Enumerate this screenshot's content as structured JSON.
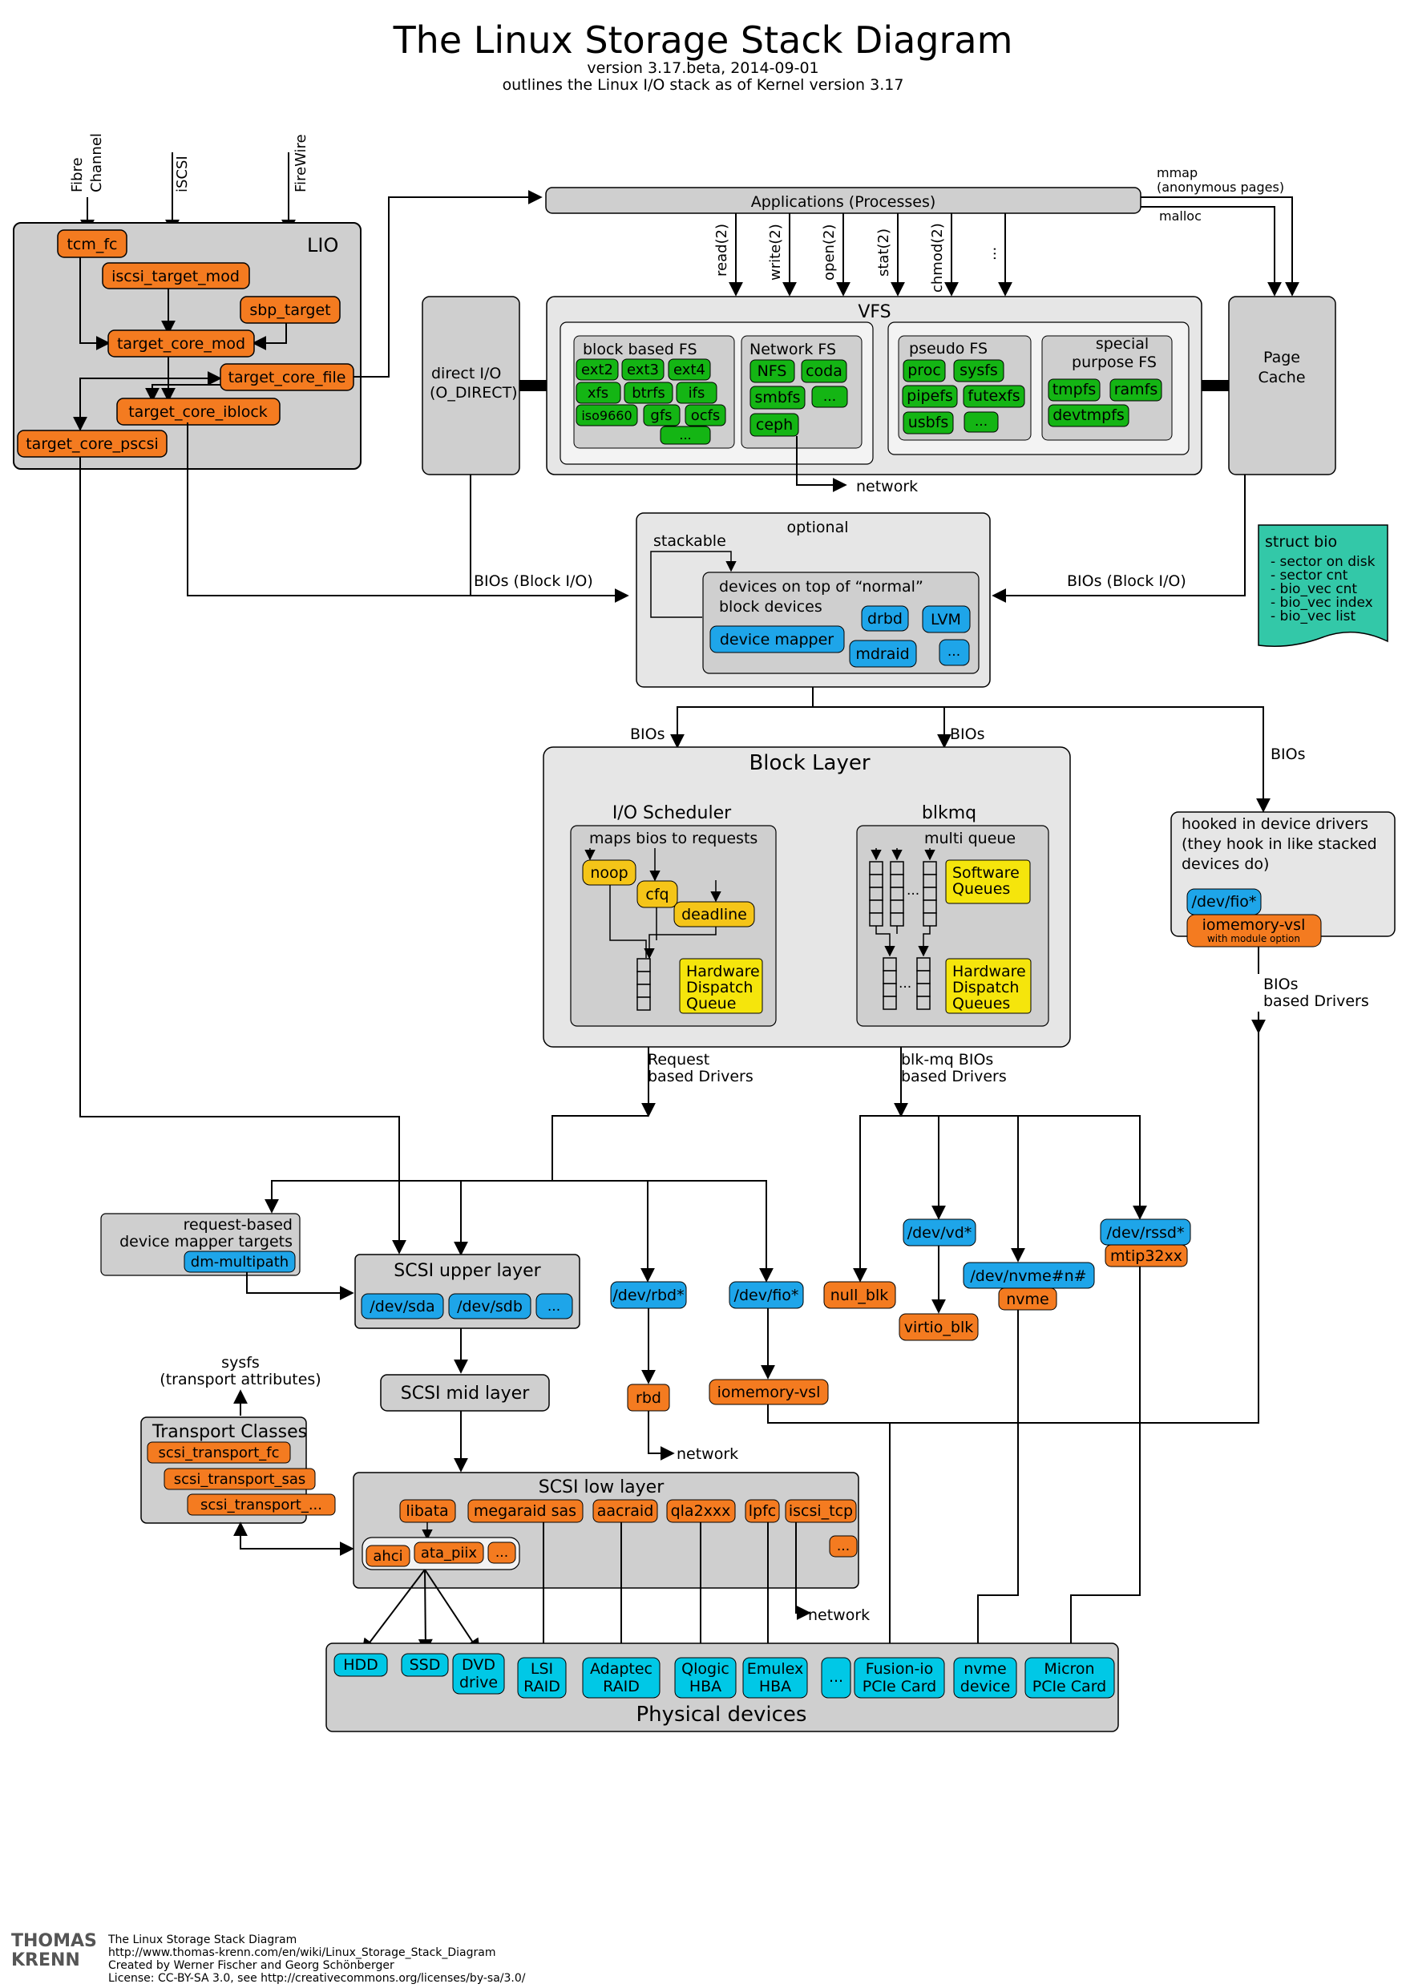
{
  "header": {
    "title": "The Linux Storage Stack Diagram",
    "version": "version 3.17.beta, 2014-09-01",
    "subtitle": "outlines the Linux I/O stack as of Kernel version 3.17"
  },
  "inputs": {
    "fibre1": "Fibre",
    "fibre2": "Channel",
    "iscsi": "iSCSI",
    "firewire": "FireWire"
  },
  "lio": {
    "title": "LIO",
    "modules": {
      "tcm_fc": "tcm_fc",
      "iscsi_target_mod": "iscsi_target_mod",
      "sbp_target": "sbp_target",
      "target_core_mod": "target_core_mod",
      "target_core_file": "target_core_file",
      "target_core_iblock": "target_core_iblock",
      "target_core_pscsi": "target_core_pscsi"
    }
  },
  "applications": {
    "label": "Applications (Processes)",
    "mmap1": "mmap",
    "mmap2": "(anonymous pages)",
    "malloc": "malloc"
  },
  "syscalls": [
    "read(2)",
    "write(2)",
    "open(2)",
    "stat(2)",
    "chmod(2)",
    "..."
  ],
  "direct_io": {
    "line1": "direct I/O",
    "line2": "(O_DIRECT)"
  },
  "page_cache": {
    "line1": "Page",
    "line2": "Cache"
  },
  "vfs": {
    "title": "VFS",
    "block_fs": {
      "title": "block based FS",
      "items": [
        "ext2",
        "ext3",
        "ext4",
        "xfs",
        "btrfs",
        "ifs",
        "iso9660",
        "gfs",
        "ocfs",
        "..."
      ]
    },
    "network_fs": {
      "title": "Network FS",
      "items": [
        "NFS",
        "coda",
        "smbfs",
        "...",
        "ceph"
      ]
    },
    "pseudo_fs": {
      "title": "pseudo FS",
      "items": [
        "proc",
        "sysfs",
        "pipefs",
        "futexfs",
        "usbfs",
        "..."
      ]
    },
    "special_fs": {
      "title1": "special",
      "title2": "purpose FS",
      "items": [
        "tmpfs",
        "ramfs",
        "devtmpfs"
      ]
    },
    "network": "network"
  },
  "bios_labels": {
    "left": "BIOs (Block I/O)",
    "right": "BIOs (Block I/O)",
    "bios": "BIOs"
  },
  "struct_bio": {
    "title": "struct bio",
    "items": [
      "- sector on disk",
      "- sector cnt",
      "- bio_vec cnt",
      "- bio_vec index",
      "- bio_vec list"
    ]
  },
  "stacked": {
    "optional": "optional",
    "stackable": "stackable",
    "title1": "devices on top of “normal”",
    "title2": "block devices",
    "items": {
      "drbd": "drbd",
      "lvm": "LVM",
      "dm": "device mapper",
      "mdraid": "mdraid",
      "more": "..."
    }
  },
  "block_layer": {
    "title": "Block Layer",
    "io_scheduler": "I/O Scheduler",
    "maps": "maps bios to requests",
    "noop": "noop",
    "cfq": "cfq",
    "deadline": "deadline",
    "hw_dispatch_queue": [
      "Hardware",
      "Dispatch",
      "Queue"
    ],
    "blkmq": "blkmq",
    "multi_queue": "multi queue",
    "sw_queues": [
      "Software",
      "Queues"
    ],
    "hw_dispatch_queues": [
      "Hardware",
      "Dispatch",
      "Queues"
    ],
    "dots": "..."
  },
  "hooked": {
    "lines": [
      "hooked in device drivers",
      "(they hook in like stacked",
      "devices do)"
    ],
    "dev_fio": "/dev/fio*",
    "iomemory": "iomemory-vsl",
    "module_option": "with module option"
  },
  "driver_labels": {
    "request1": "Request",
    "request2": "based Drivers",
    "blkmq1": "blk-mq BIOs",
    "blkmq2": "based Drivers",
    "bios1": "BIOs",
    "bios2": "based Drivers"
  },
  "dm_multipath": {
    "line1": "request-based",
    "line2": "device mapper targets",
    "item": "dm-multipath"
  },
  "scsi_upper": {
    "title": "SCSI upper layer",
    "items": [
      "/dev/sda",
      "/dev/sdb",
      "..."
    ]
  },
  "scsi_mid": {
    "title": "SCSI mid layer"
  },
  "sysfs": {
    "line1": "sysfs",
    "line2": "(transport attributes)"
  },
  "transport": {
    "title": "Transport Classes",
    "items": [
      "scsi_transport_fc",
      "scsi_transport_sas",
      "scsi_transport_..."
    ]
  },
  "scsi_low": {
    "title": "SCSI low layer",
    "items": [
      "libata",
      "megaraid sas",
      "aacraid",
      "qla2xxx",
      "lpfc",
      "iscsi_tcp",
      "...",
      "ahci",
      "ata_piix",
      "..."
    ]
  },
  "drivers": {
    "dev_rbd": "/dev/rbd*",
    "rbd": "rbd",
    "network": "network",
    "dev_fio": "/dev/fio*",
    "iomemory": "iomemory-vsl",
    "null_blk": "null_blk",
    "dev_vd": "/dev/vd*",
    "virtio_blk": "virtio_blk",
    "dev_nvme": "/dev/nvme#n#",
    "nvme": "nvme",
    "dev_rssd": "/dev/rssd*",
    "mtip32xx": "mtip32xx",
    "network2": "network"
  },
  "physical": {
    "title": "Physical devices",
    "devices": [
      "HDD",
      "SSD",
      "DVD",
      "drive",
      "LSI",
      "RAID",
      "Adaptec",
      "RAID",
      "Qlogic",
      "HBA",
      "Emulex",
      "HBA",
      "...",
      "Fusion-io",
      "PCIe Card",
      "nvme",
      "device",
      "Micron",
      "PCIe Card"
    ]
  },
  "footer": {
    "brand1": "THOMAS",
    "brand2": "KRENN",
    "lines": [
      "The Linux Storage Stack Diagram",
      "http://www.thomas-krenn.com/en/wiki/Linux_Storage_Stack_Diagram",
      "Created by Werner Fischer and Georg Schönberger",
      "License: CC-BY-SA 3.0, see http://creativecommons.org/licenses/by-sa/3.0/"
    ]
  },
  "colors": {
    "orange": "#f47b20",
    "green": "#14b514",
    "blue": "#1ea5e9",
    "yellow": "#f5e50c",
    "gold": "#f5c518",
    "cyan": "#00c8e6",
    "teal": "#33c8a8",
    "gray_box": "#cfcfcf",
    "gray_light": "#e6e6e6"
  }
}
